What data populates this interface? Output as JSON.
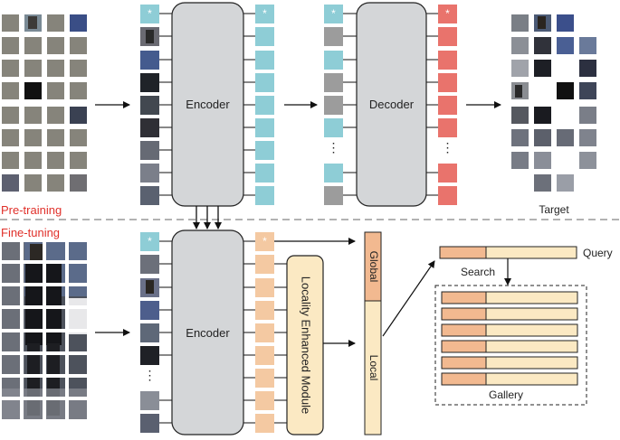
{
  "labels": {
    "pretraining": "Pre-training",
    "finetuning": "Fine-tuning",
    "encoder_top": "Encoder",
    "decoder": "Decoder",
    "encoder_bottom": "Encoder",
    "target": "Target",
    "global": "Global",
    "local": "Local",
    "lem": "Locality Enhanced Module",
    "query": "Query",
    "search": "Search",
    "gallery": "Gallery",
    "star": "*",
    "ellipsis": "⋮"
  },
  "colors": {
    "teal": "#8ecdd6",
    "salmon": "#e9736c",
    "peach": "#f4c9a2",
    "cream": "#fbe9c3",
    "orange_cell": "#f2b990",
    "gray_token": "#9c9c9c",
    "encoder_fill": "#d4d6d8",
    "red_text": "#e0302a"
  }
}
